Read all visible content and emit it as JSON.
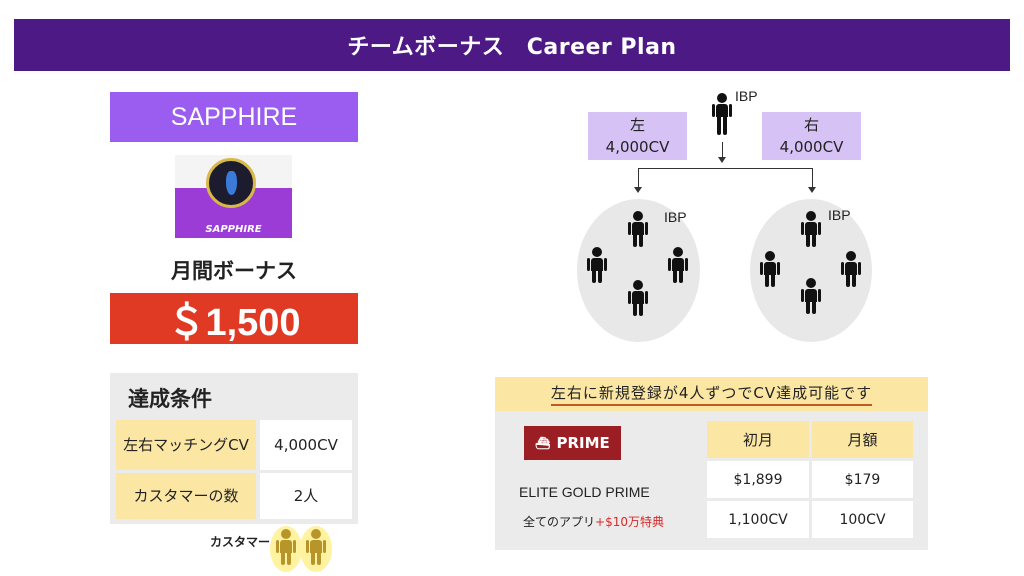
{
  "header": {
    "title": "チームボーナス　Career Plan"
  },
  "rank": {
    "name": "SAPPHIRE",
    "badge_text": "SAPPHIRE"
  },
  "bonus": {
    "label": "月間ボーナス",
    "amount": "＄1,500"
  },
  "conditions": {
    "title": "達成条件",
    "rows": [
      {
        "label": "左右マッチングCV",
        "value": "4,000CV"
      },
      {
        "label": "カスタマーの数",
        "value": "2人"
      }
    ],
    "customer_label": "カスタマー"
  },
  "tree": {
    "top_label": "IBP",
    "left": {
      "side": "左",
      "cv": "4,000CV",
      "ibp": "IBP"
    },
    "right": {
      "side": "右",
      "cv": "4,000CV",
      "ibp": "IBP"
    }
  },
  "prime": {
    "banner": "左右に新規登録が4人ずつでCV達成可能です",
    "logo": "PRIME",
    "product": "ELITE GOLD PRIME",
    "note_prefix": "全てのアプリ",
    "note_highlight": "+$10万特典",
    "headers": [
      "初月",
      "月額"
    ],
    "price_row": [
      "$1,899",
      "$179"
    ],
    "cv_row": [
      "1,100CV",
      "100CV"
    ]
  },
  "colors": {
    "header": "#4d1a85",
    "rank": "#9b5cf0",
    "price": "#e03a25",
    "side_box": "#d6c2f5",
    "banner": "#fbe7a3",
    "prime_logo": "#9b1e24"
  }
}
